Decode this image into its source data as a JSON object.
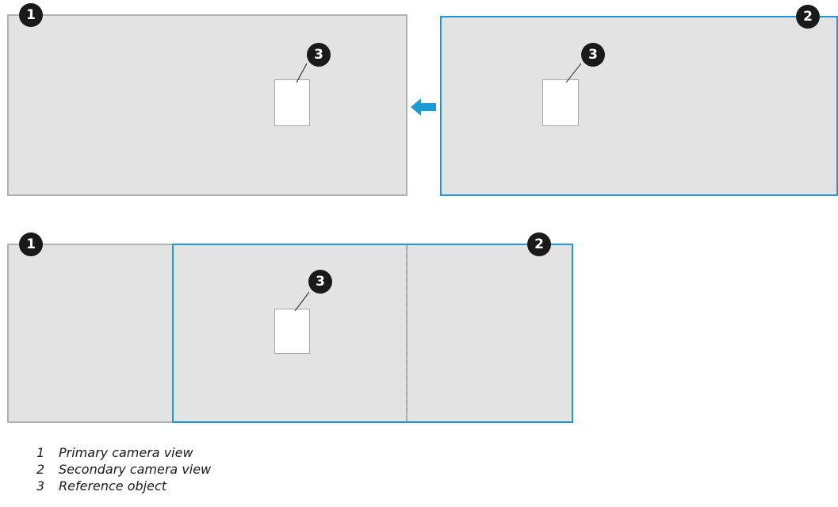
{
  "callouts": {
    "primary": "1",
    "secondary": "2",
    "reference": "3"
  },
  "legend": [
    {
      "number": "1",
      "label": "Primary camera view"
    },
    {
      "number": "2",
      "label": "Secondary camera view"
    },
    {
      "number": "3",
      "label": "Reference object"
    }
  ],
  "colors": {
    "primary_border": "#b2b2b2",
    "secondary_border": "#1d9ad6",
    "view_fill": "#e3e3e3",
    "arrow": "#1d9ad6",
    "callout_fill": "#1a1a1a"
  }
}
